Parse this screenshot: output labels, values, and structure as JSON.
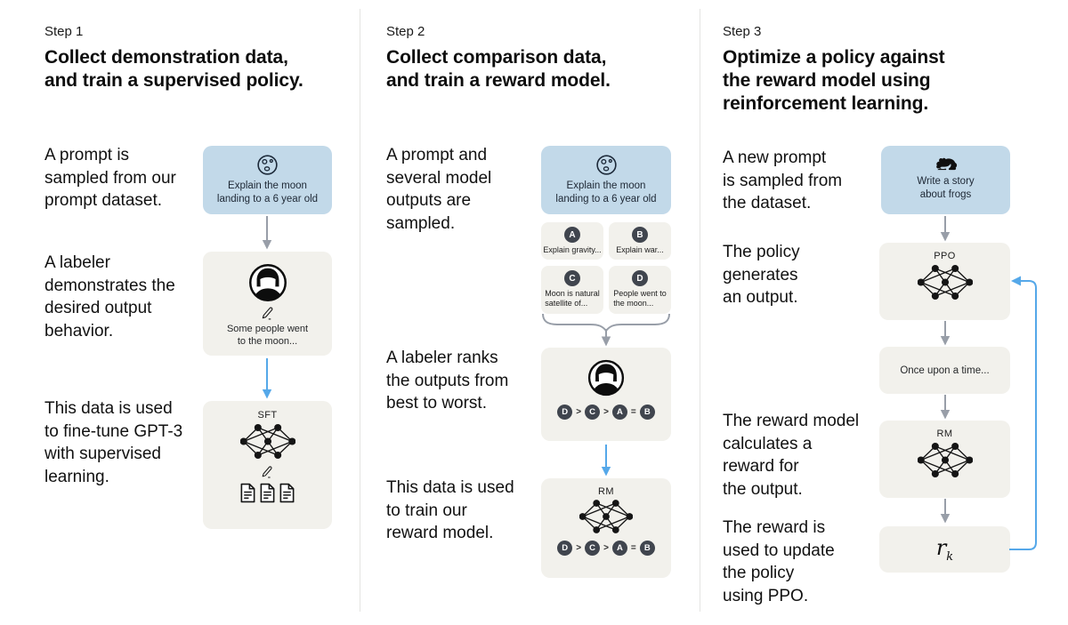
{
  "colors": {
    "background": "#ffffff",
    "prompt_box_blue": "#c2d9e9",
    "panel_box_gray": "#f2f1ec",
    "rank_circle": "#40454e",
    "arrow_gray": "#989ea8",
    "arrow_blue": "#55a8e9",
    "divider": "#e4e4e2",
    "text": "#141414"
  },
  "ranking": [
    "D",
    ">",
    "C",
    ">",
    "A",
    "=",
    "B"
  ],
  "steps": [
    {
      "label": "Step 1",
      "title": "Collect demonstration data,\nand train a supervised policy.",
      "captions": {
        "prompt": "A prompt is\nsampled from our\nprompt dataset.",
        "labeler": "A labeler\ndemonstrates the\ndesired output\nbehavior.",
        "finetune": "This data is used\nto fine-tune GPT-3\nwith supervised\nlearning."
      },
      "prompt_box": {
        "icon": "moon-icon",
        "text": "Explain the moon\nlanding to a 6 year old"
      },
      "labeler_box": {
        "icon": "person-icon",
        "pencil_icon": "pencil-icon",
        "text": "Some people went\nto the moon..."
      },
      "sft_box": {
        "label": "SFT",
        "icon": "neural-network-icon",
        "docs_icon": "document-stack-icon"
      }
    },
    {
      "label": "Step 2",
      "title": "Collect comparison data,\nand train a reward model.",
      "captions": {
        "sampled": "A prompt and\nseveral model\noutputs are\nsampled.",
        "ranks": "A labeler ranks\nthe outputs from\nbest to worst.",
        "train": "This data is used\nto train our\nreward model."
      },
      "prompt_box": {
        "icon": "moon-icon",
        "text": "Explain the moon\nlanding to a 6 year old"
      },
      "outputs": [
        {
          "letter": "A",
          "text": "Explain gravity..."
        },
        {
          "letter": "B",
          "text": "Explain war..."
        },
        {
          "letter": "C",
          "text": "Moon is natural\nsatellite of..."
        },
        {
          "letter": "D",
          "text": "People went to\nthe moon..."
        }
      ],
      "labeler_box": {
        "icon": "person-icon"
      },
      "rm_box": {
        "label": "RM",
        "icon": "neural-network-icon"
      }
    },
    {
      "label": "Step 3",
      "title": "Optimize a policy against\nthe reward model using\nreinforcement learning.",
      "captions": {
        "new_prompt": "A new prompt\nis sampled from\nthe dataset.",
        "policy": "The policy\ngenerates\nan output.",
        "reward": "The reward model\ncalculates a\nreward for\nthe output.",
        "update": "The reward is\nused to update\nthe policy\nusing PPO."
      },
      "prompt_box": {
        "icon": "frog-icon",
        "text": "Write a story\nabout frogs"
      },
      "ppo_box": {
        "label": "PPO",
        "icon": "neural-network-icon"
      },
      "output_box": {
        "text": "Once upon a time..."
      },
      "rm_box": {
        "label": "RM",
        "icon": "neural-network-icon"
      },
      "reward_box": {
        "symbol": "r",
        "subscript": "k"
      }
    }
  ]
}
